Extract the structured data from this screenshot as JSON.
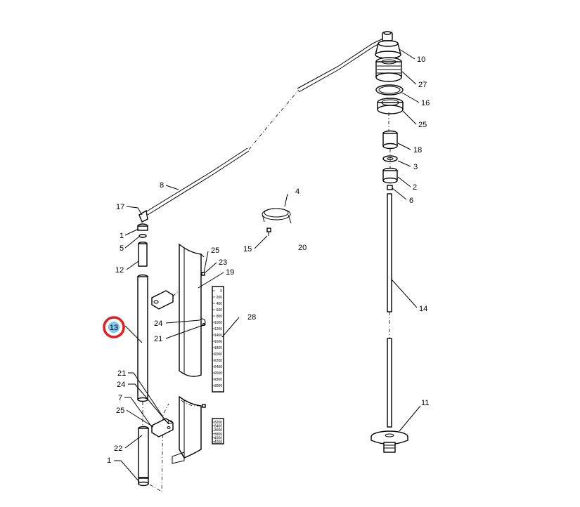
{
  "callouts": {
    "c10": "10",
    "c27": "27",
    "c16": "16",
    "c25_top": "25",
    "c18": "18",
    "c3": "3",
    "c2": "2",
    "c6": "6",
    "c14": "14",
    "c11": "11",
    "c4": "4",
    "c15": "15",
    "c20": "20",
    "c8": "8",
    "c17": "17",
    "c1_top": "1",
    "c5": "5",
    "c12": "12",
    "c13": "13",
    "c21_bot": "21",
    "c24_bot": "24",
    "c7": "7",
    "c25_bot": "25",
    "c22": "22",
    "c1_bot": "1",
    "c25_mid": "25",
    "c23": "23",
    "c19": "19",
    "c28": "28",
    "c24_mid": "24",
    "c21_mid": "21"
  },
  "scale_upper": [
    "0",
    "200",
    "400",
    "600",
    "800",
    "1000",
    "1200",
    "1400",
    "1600",
    "1800",
    "2000",
    "2200",
    "2400",
    "2600",
    "2800",
    "3000"
  ],
  "scale_lower": [
    "3200",
    "3400",
    "3600",
    "3800",
    "4000",
    "4200"
  ],
  "colors": {
    "highlight_ring": "#e02020",
    "highlight_fill": "#7ec8ee"
  }
}
